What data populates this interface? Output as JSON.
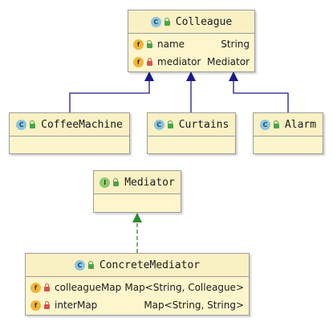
{
  "classes": {
    "colleague": {
      "name": "Colleague",
      "kind": "C",
      "fields": [
        {
          "name": "name",
          "type": "String",
          "visibility": "public"
        },
        {
          "name": "mediator",
          "type": "Mediator",
          "visibility": "private"
        }
      ]
    },
    "coffee_machine": {
      "name": "CoffeeMachine",
      "kind": "C"
    },
    "curtains": {
      "name": "Curtains",
      "kind": "C"
    },
    "alarm": {
      "name": "Alarm",
      "kind": "C"
    },
    "mediator": {
      "name": "Mediator",
      "kind": "I"
    },
    "concrete_mediator": {
      "name": "ConcreteMediator",
      "kind": "C",
      "fields": [
        {
          "name": "colleagueMap",
          "type": "Map<String, Colleague>",
          "visibility": "private"
        },
        {
          "name": "interMap",
          "type": "Map<String, String>",
          "visibility": "private"
        }
      ]
    }
  },
  "field_badge": "f",
  "colors": {
    "inheritance": "#1a1a8c",
    "realization": "#2e8b2e",
    "class_fill": "#fdf6cc",
    "border": "#9c9c9c"
  }
}
